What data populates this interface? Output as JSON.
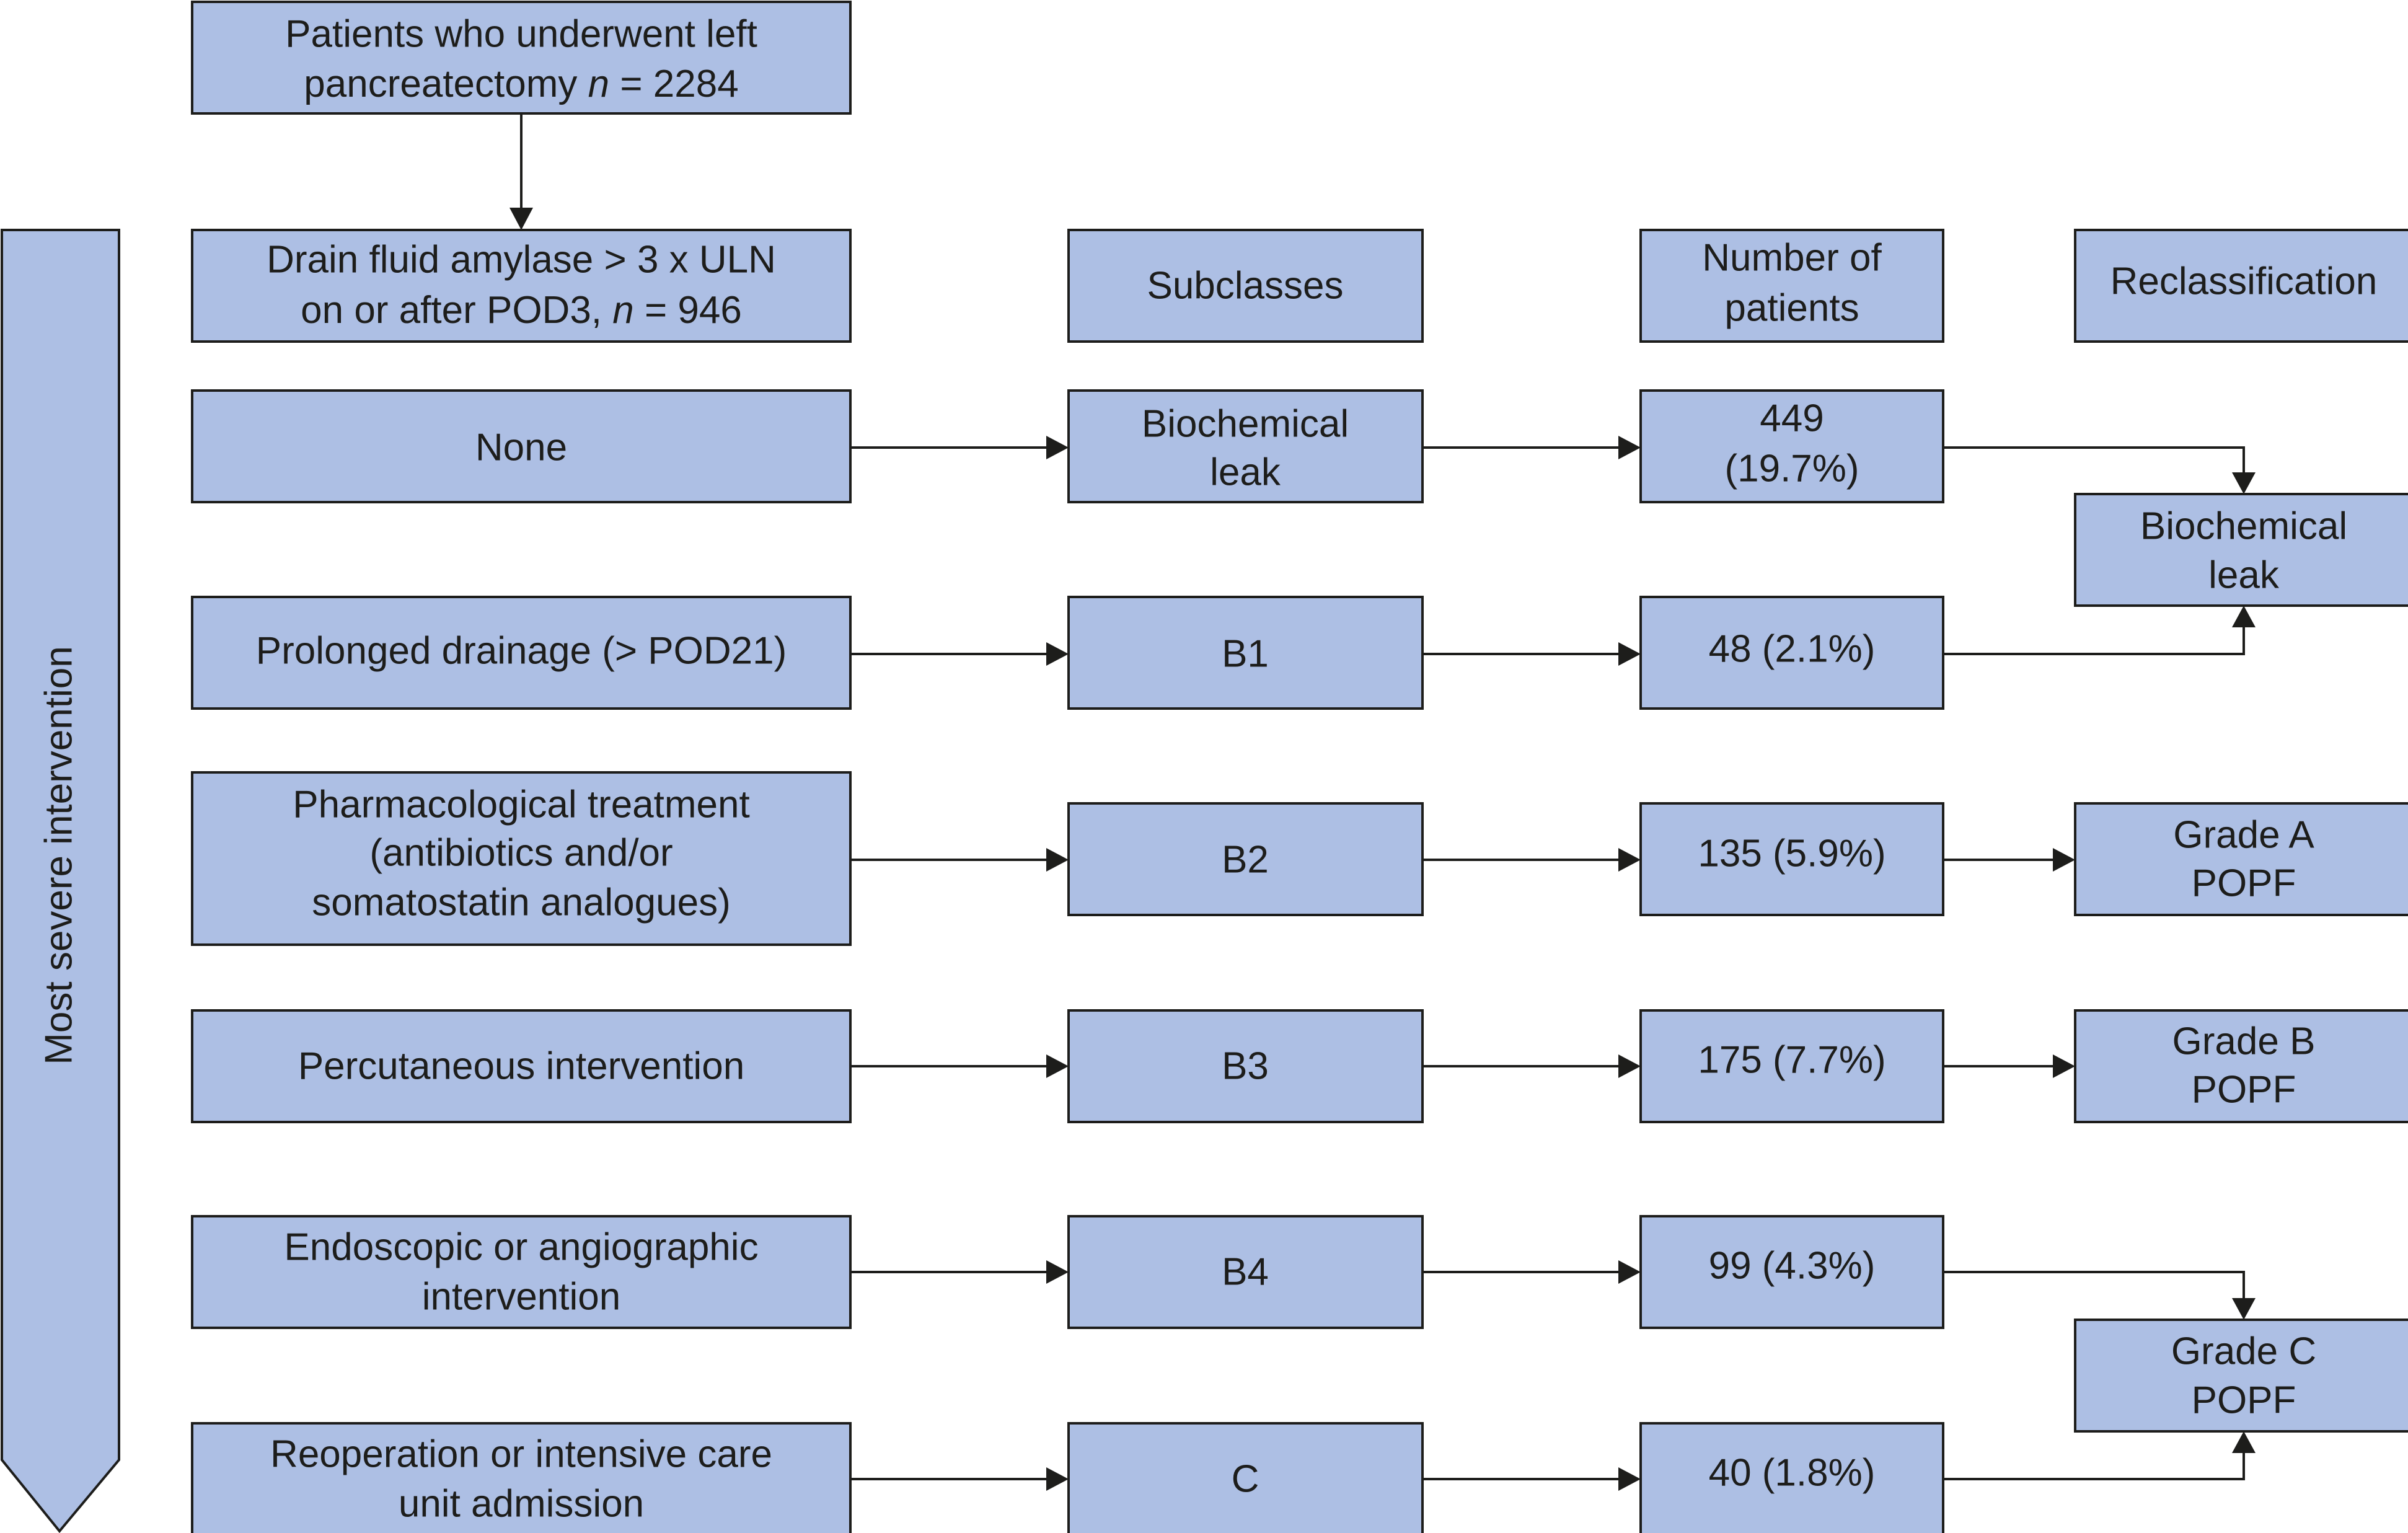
{
  "colors": {
    "box_fill": "#adbfe4",
    "stroke": "#1d1d1b"
  },
  "top": {
    "title_line1": "Patients who underwent left",
    "title_line2_text": "pancreatectomy ",
    "title_line2_n": "n",
    "title_line2_value": " = 2284"
  },
  "drain": {
    "line1": "Drain fluid amylase > 3 x ULN",
    "line2_text": "on or after POD3, ",
    "line2_n": "n",
    "line2_value": " = 946"
  },
  "headers": {
    "subclasses": "Subclasses",
    "number_line1": "Number of",
    "number_line2": "patients",
    "reclassification": "Reclassification"
  },
  "side_label": "Most severe intervention",
  "rows": [
    {
      "intervention": [
        "None"
      ],
      "subclass": [
        "Biochemical",
        "leak"
      ],
      "patients": [
        "449",
        "(19.7%)"
      ]
    },
    {
      "intervention": [
        "Prolonged drainage (> POD21)"
      ],
      "subclass": [
        "B1"
      ],
      "patients": [
        "48 (2.1%)"
      ]
    },
    {
      "intervention": [
        "Pharmacological treatment",
        "(antibiotics and/or",
        "somatostatin analogues)"
      ],
      "subclass": [
        "B2"
      ],
      "patients": [
        "135 (5.9%)"
      ]
    },
    {
      "intervention": [
        "Percutaneous intervention"
      ],
      "subclass": [
        "B3"
      ],
      "patients": [
        "175 (7.7%)"
      ]
    },
    {
      "intervention": [
        "Endoscopic or angiographic",
        "intervention"
      ],
      "subclass": [
        "B4"
      ],
      "patients": [
        "99 (4.3%)"
      ]
    },
    {
      "intervention": [
        "Reoperation or intensive care",
        "unit admission"
      ],
      "subclass": [
        "C"
      ],
      "patients": [
        "40 (1.8%)"
      ]
    }
  ],
  "reclass": {
    "biochemical": [
      "Biochemical",
      "leak"
    ],
    "grade_a": [
      "Grade A",
      "POPF"
    ],
    "grade_b": [
      "Grade B",
      "POPF"
    ],
    "grade_c": [
      "Grade C",
      "POPF"
    ]
  }
}
